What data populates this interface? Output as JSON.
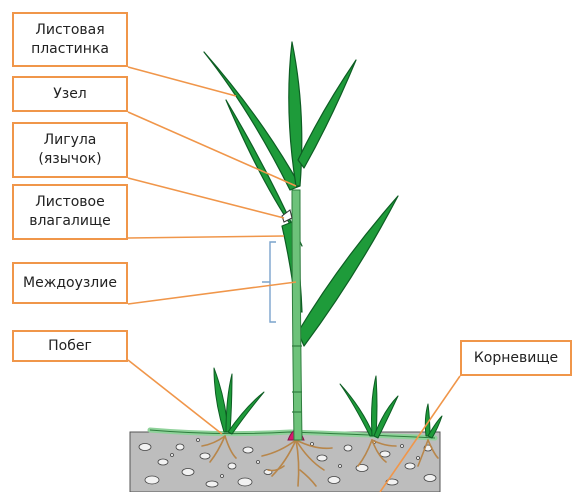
{
  "labels": {
    "leaf_blade": {
      "line1": "Листовая",
      "line2": "пластинка"
    },
    "node": "Узел",
    "ligule": {
      "line1": "Лигула",
      "line2": "(язычок)"
    },
    "leaf_sheath": {
      "line1": "Листовое",
      "line2": "влагалище"
    },
    "internode": "Междоузлие",
    "shoot": "Побег",
    "rhizome": "Корневище"
  },
  "colors": {
    "label_border": "#f0964a",
    "leader_line": "#f0964a",
    "leaf_green": "#1e9b3a",
    "leaf_dark": "#0d5d23",
    "stem_green": "#6dc27a",
    "soil": "#bdbdbd",
    "pebble": "#f2f2f2",
    "root": "#b8864a",
    "rhizome_node": "#d6196e",
    "bracket": "#7aa3cc"
  }
}
